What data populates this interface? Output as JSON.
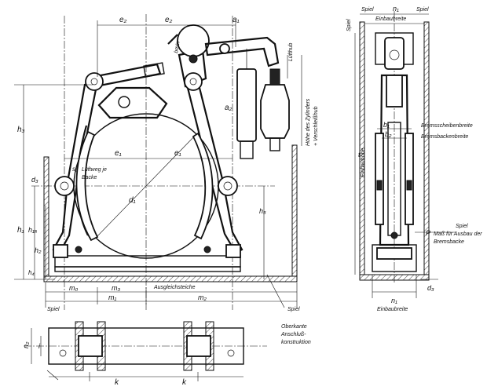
{
  "labels": {
    "e2": "e₂",
    "e2b": "e₂",
    "a1": "a₁",
    "a2": "a₂",
    "e1": "e₁",
    "e1b": "e₁",
    "d1": "d₁",
    "d3": "d₃",
    "s3": "s₃",
    "luftweg": "Lüftweg je",
    "backe": "Backe",
    "h1": "h₁",
    "h1a": "h₁ₐ",
    "h2": "h₂",
    "h3": "h₃",
    "h4": "h₄",
    "hs": "h₅",
    "bmin": "bmin",
    "lufthub": "Lüfthub",
    "hoehe1": "Höhe des Zylinders",
    "hoehe2": "+ Verschleißhub",
    "ausgleich": "Ausgleichsteiche",
    "m0": "m₀",
    "m1": "m₁",
    "m2": "m₂",
    "m3": "m₃",
    "spiel_l": "Spiel",
    "spiel_r": "Spiel",
    "oberkante1": "Oberkante",
    "oberkante2": "Anschluß-",
    "oberkante3": "konstruktion",
    "k1": "k",
    "k2": "k",
    "n2": "n₂",
    "i": "i",
    "spiel_t1": "Spiel",
    "spiel_t2": "Spiel",
    "n1_top": "n₁",
    "einbaubreite_top": "Einbaubreite",
    "spiel_side": "Spiel",
    "b1": "b₁",
    "b2": "b₂",
    "bremsscheibe": "Bremsscheibenbreite",
    "bremsbacken": "Bremsbackenbreite",
    "t": "t",
    "einbauhoehe": "Einbauhöhe",
    "spiel_p": "Spiel",
    "p": "P",
    "mass1": "Maß für Ausbau der",
    "mass2": "Bremsbacke",
    "n1_bot": "n₁",
    "einbaubreite_bot": "Einbaubreite"
  }
}
